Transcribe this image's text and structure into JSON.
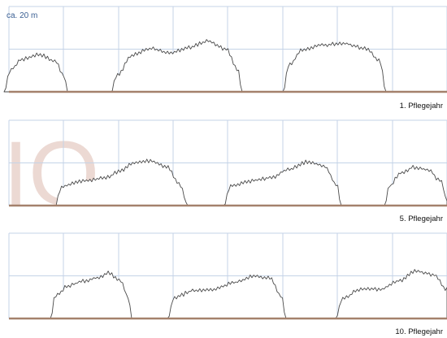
{
  "scale_label": "ca. 20 m",
  "watermark": "IO",
  "colors": {
    "grid": "#c4d3e7",
    "ground": "#a4816c",
    "scale_text": "#3a5f93",
    "shrub_outline": "#4a4a4a",
    "watermark": "#ecd9d3"
  },
  "panels": [
    {
      "label": "1. Pflegejahr",
      "shrub_count": 3
    },
    {
      "label": "5. Pflegejahr",
      "shrub_count": 3
    },
    {
      "label": "10. Pflegejahr",
      "shrub_count": 3
    }
  ]
}
